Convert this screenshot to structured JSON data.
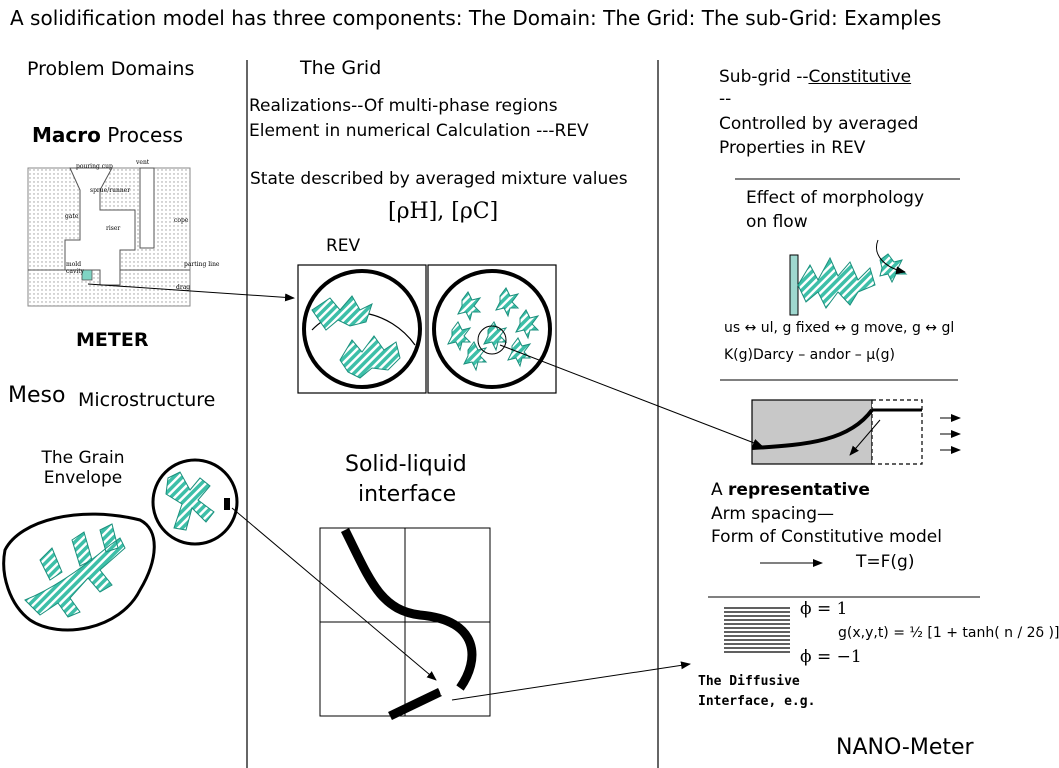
{
  "title": "A solidification model has three components: The Domain: The Grid: The sub-Grid: Examples",
  "left": {
    "heading": "Problem Domains",
    "macro_bold": "Macro",
    "macro_rest": "Process",
    "casting": {
      "pouring_cup": "pouring cup",
      "vent": "vent",
      "sprue_runner": "sprue/runner",
      "gate": "gate",
      "riser": "riser",
      "cope": "cope",
      "parting_line": "parting line",
      "drag": "drag",
      "mold_cavity": "mold cavity"
    },
    "meter": "METER",
    "meso": "Meso",
    "microstructure": "Microstructure",
    "grain_envelope": "The Grain Envelope"
  },
  "middle": {
    "heading": "The Grid",
    "line1": "Realizations--Of multi-phase regions",
    "line2": "Element in numerical Calculation ---REV",
    "line3": "State described by averaged mixture values",
    "formula": "[ρH], [ρC]",
    "rev": "REV",
    "interface_line1": "Solid-liquid",
    "interface_line2": "interface"
  },
  "right": {
    "sub_grid_prefix": "Sub-grid --",
    "constitutive": "Constitutive",
    "dashes": "--",
    "controlled1": "Controlled by averaged",
    "controlled2": "Properties in  REV",
    "morph1": "Effect of morphology",
    "morph2": "on flow",
    "eq1": "us ↔ ul,   g fixed ↔ g move,  g ↔ gl",
    "eq2": "K(g)Darcy – andor – μ(g)",
    "rep_a": "A ",
    "rep_bold": "representative",
    "arm": "Arm spacing—",
    "form": "Form of Constitutive model",
    "tfg": "T=F(g)",
    "phi1": "ϕ =  1",
    "phi2": "ϕ = −1",
    "gx": "g(x,y,t) = ½ [1 + tanh( n / 2δ )]",
    "diff1": "The Diffusive",
    "diff2": "Interface, e.g.",
    "nano": "NANO-Meter"
  },
  "colors": {
    "teal": "#3dbfa8",
    "grid_gray": "#c8c8c8",
    "box_gray": "#c8c8c8"
  }
}
